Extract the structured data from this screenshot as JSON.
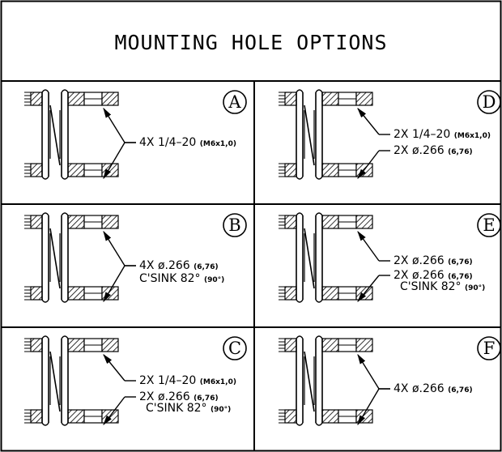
{
  "title": "MOUNTING HOLE OPTIONS",
  "panels": [
    {
      "letter": "A",
      "callouts": [
        {
          "main": "4X 1/4–20",
          "small": "(M6x1,0)"
        }
      ]
    },
    {
      "letter": "D",
      "callouts": [
        {
          "main": "2X 1/4–20",
          "small": "(M6x1,0)"
        },
        {
          "main": "2X ø.266",
          "small": "(6,76)"
        }
      ]
    },
    {
      "letter": "B",
      "callouts": [
        {
          "main": "4X ø.266",
          "small": "(6,76)"
        },
        {
          "main": "C'SINK 82°",
          "small": "(90°)"
        }
      ]
    },
    {
      "letter": "E",
      "callouts": [
        {
          "main": "2X ø.266",
          "small": "(6,76)"
        },
        {
          "main": "2X ø.266",
          "small": "(6,76)"
        },
        {
          "main": "C'SINK 82°",
          "small": "(90°)"
        }
      ]
    },
    {
      "letter": "C",
      "callouts": [
        {
          "main": "2X 1/4–20",
          "small": "(M6x1,0)"
        },
        {
          "main": "2X ø.266",
          "small": "(6,76)"
        },
        {
          "main": "C'SINK 82°",
          "small": "(90°)"
        }
      ]
    },
    {
      "letter": "F",
      "callouts": [
        {
          "main": "4X ø.266",
          "small": "(6,76)"
        }
      ]
    }
  ]
}
